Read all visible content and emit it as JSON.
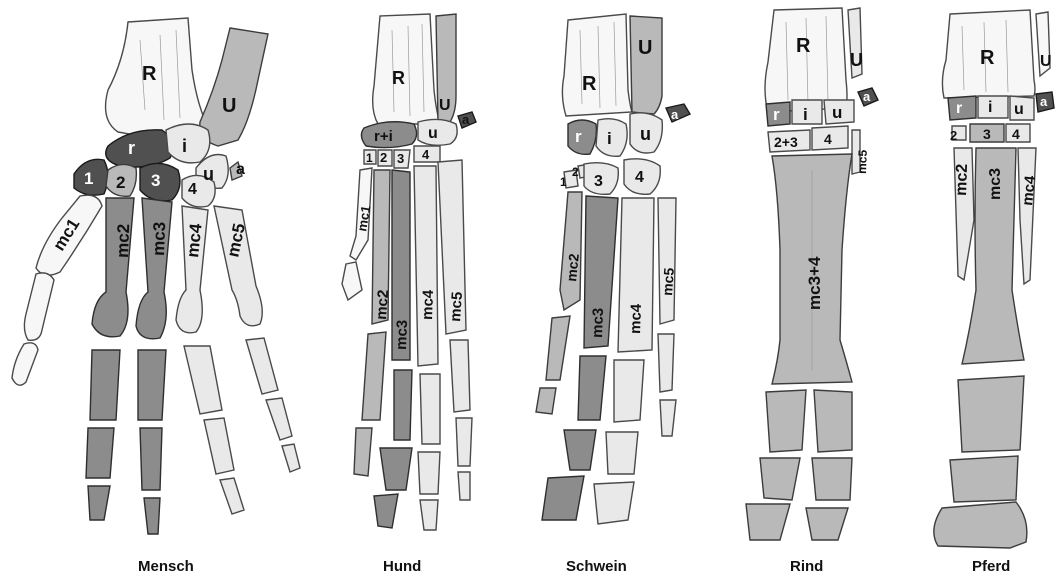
{
  "figure": {
    "panels": [
      {
        "caption": "Mensch",
        "labels": [
          "R",
          "U",
          "r",
          "i",
          "u",
          "a",
          "1",
          "2",
          "3",
          "4",
          "mc1",
          "mc2",
          "mc3",
          "mc4",
          "mc5"
        ]
      },
      {
        "caption": "Hund",
        "labels": [
          "R",
          "U",
          "r+i",
          "u",
          "a",
          "1",
          "2",
          "3",
          "4",
          "mc1",
          "mc2",
          "mc3",
          "mc4",
          "mc5"
        ]
      },
      {
        "caption": "Schwein",
        "labels": [
          "R",
          "U",
          "a",
          "r",
          "i",
          "u",
          "1",
          "2",
          "3",
          "4",
          "mc2",
          "mc3",
          "mc4",
          "mc5"
        ]
      },
      {
        "caption": "Rind",
        "labels": [
          "R",
          "U",
          "r",
          "i",
          "u",
          "a",
          "2+3",
          "4",
          "mc5",
          "mc3+4"
        ]
      },
      {
        "caption": "Pferd",
        "labels": [
          "R",
          "U",
          "r",
          "i",
          "u",
          "a",
          "2",
          "3",
          "4",
          "mc2",
          "mc3",
          "mc4"
        ]
      }
    ]
  }
}
